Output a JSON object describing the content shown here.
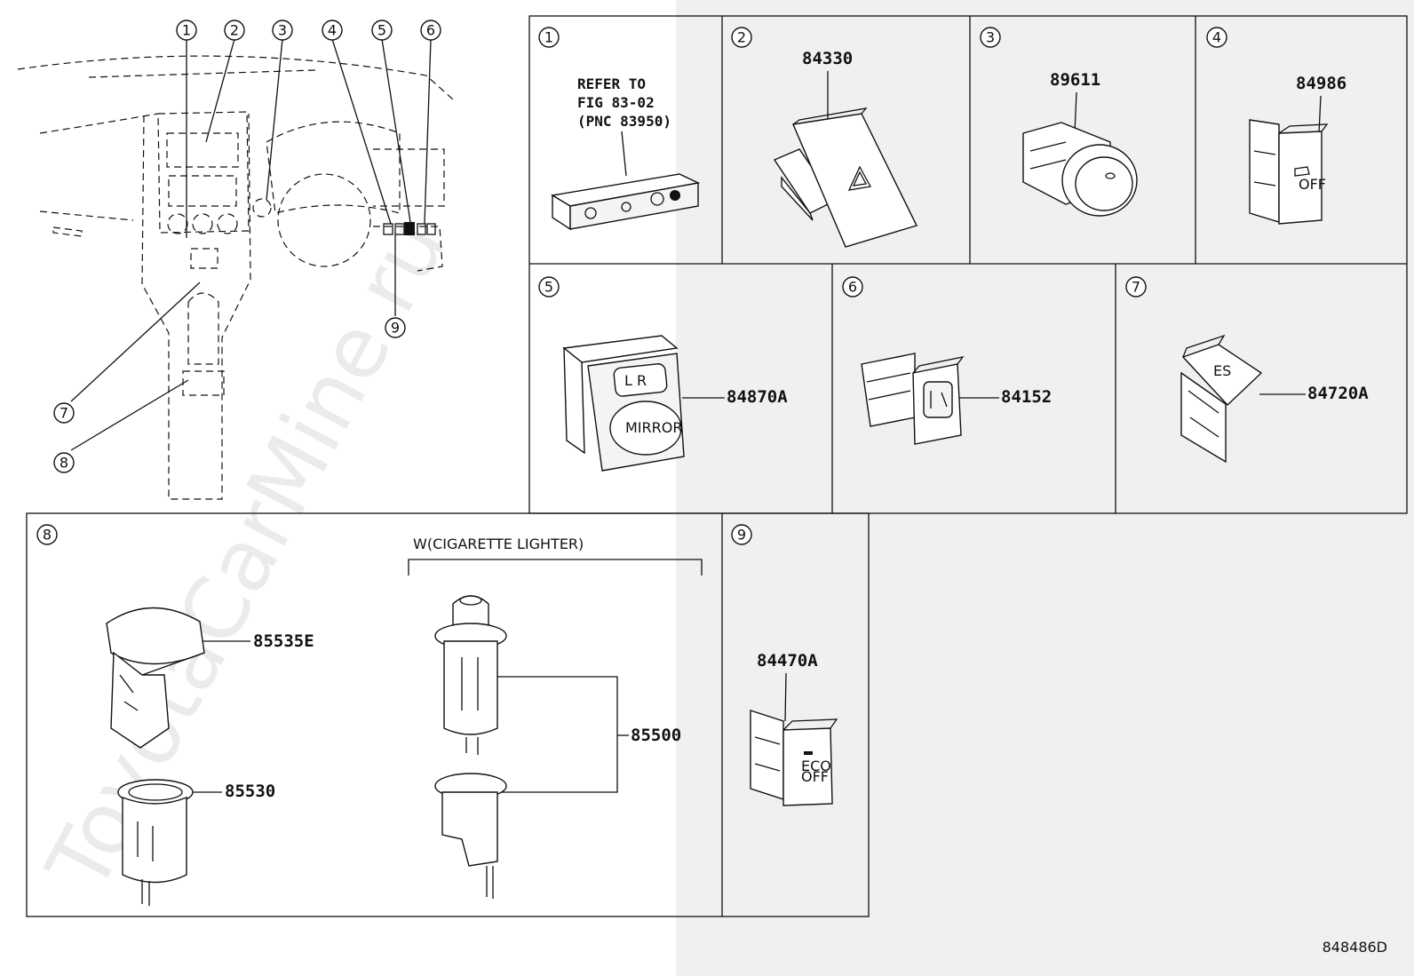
{
  "watermark": "ToyotaCarMine.ru",
  "figure_id": "848486D",
  "overview": {
    "callouts": [
      "1",
      "2",
      "3",
      "4",
      "5",
      "6",
      "7",
      "8",
      "9"
    ]
  },
  "panels": [
    {
      "num": "1",
      "lines": [
        "REFER TO",
        "FIG 83-02",
        "(PNC 83950)"
      ]
    },
    {
      "num": "2",
      "pnc": "84330"
    },
    {
      "num": "3",
      "pnc": "89611"
    },
    {
      "num": "4",
      "pnc": "84986"
    },
    {
      "num": "5",
      "pnc": "84870A"
    },
    {
      "num": "6",
      "pnc": "84152"
    },
    {
      "num": "7",
      "pnc": "84720A"
    },
    {
      "num": "8",
      "caption": "W(CIGARETTE LIGHTER)",
      "pncs": [
        "85535E",
        "85530",
        "85500"
      ]
    },
    {
      "num": "9",
      "pnc": "84470A"
    }
  ],
  "part_labels": {
    "mirror": "MIRROR",
    "mirror_lr": "L  R",
    "es": "ES",
    "eco_off": "ECO\nOFF",
    "off": "OFF"
  }
}
